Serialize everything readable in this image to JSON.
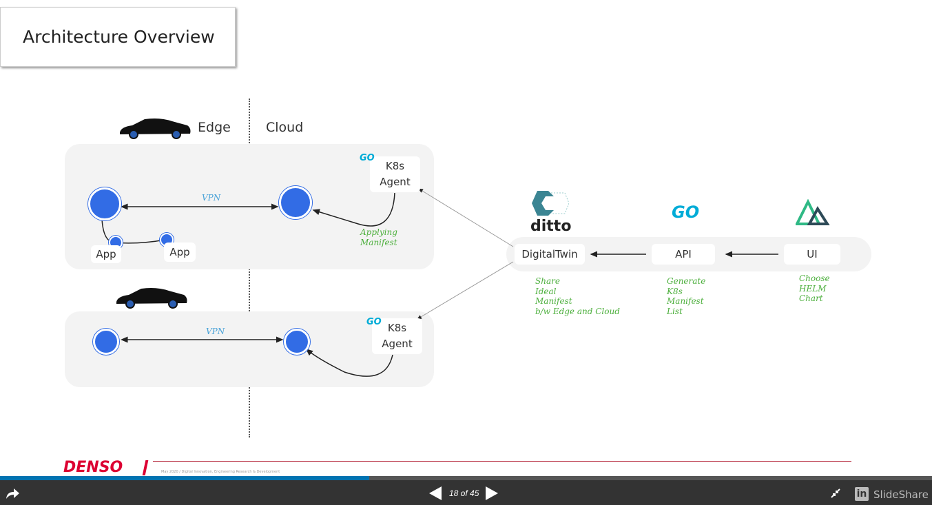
{
  "slide": {
    "title": "Architecture Overview",
    "edge_label": "Edge",
    "cloud_label": "Cloud",
    "vpn_label": "VPN",
    "app_label": "App",
    "k8s_agent": "K8s Agent",
    "applying_manifest": "Applying Manifest",
    "go_logo": "GO",
    "ditto_logo": "ditto",
    "digitaltwin": "DigitalTwin",
    "api": "API",
    "ui": "UI",
    "digitaltwin_note": "Share\nIdeal\nManifest\nb/w Edge and Cloud",
    "api_note": "Generate\nK8s\nManifest\nList",
    "ui_note": "Choose\nHELM\nChart",
    "footer_brand": "DENSO",
    "footer_text": "May 2020 / Digital Innovation, Engineering Research & Development"
  },
  "player": {
    "page": "18 of 45",
    "brand": "SlideShare",
    "progress": 0.4
  },
  "colors": {
    "k8s": "#326ce5",
    "green_note": "#4caf3c",
    "progress": "#0073b1",
    "denso": "#dc0032"
  }
}
